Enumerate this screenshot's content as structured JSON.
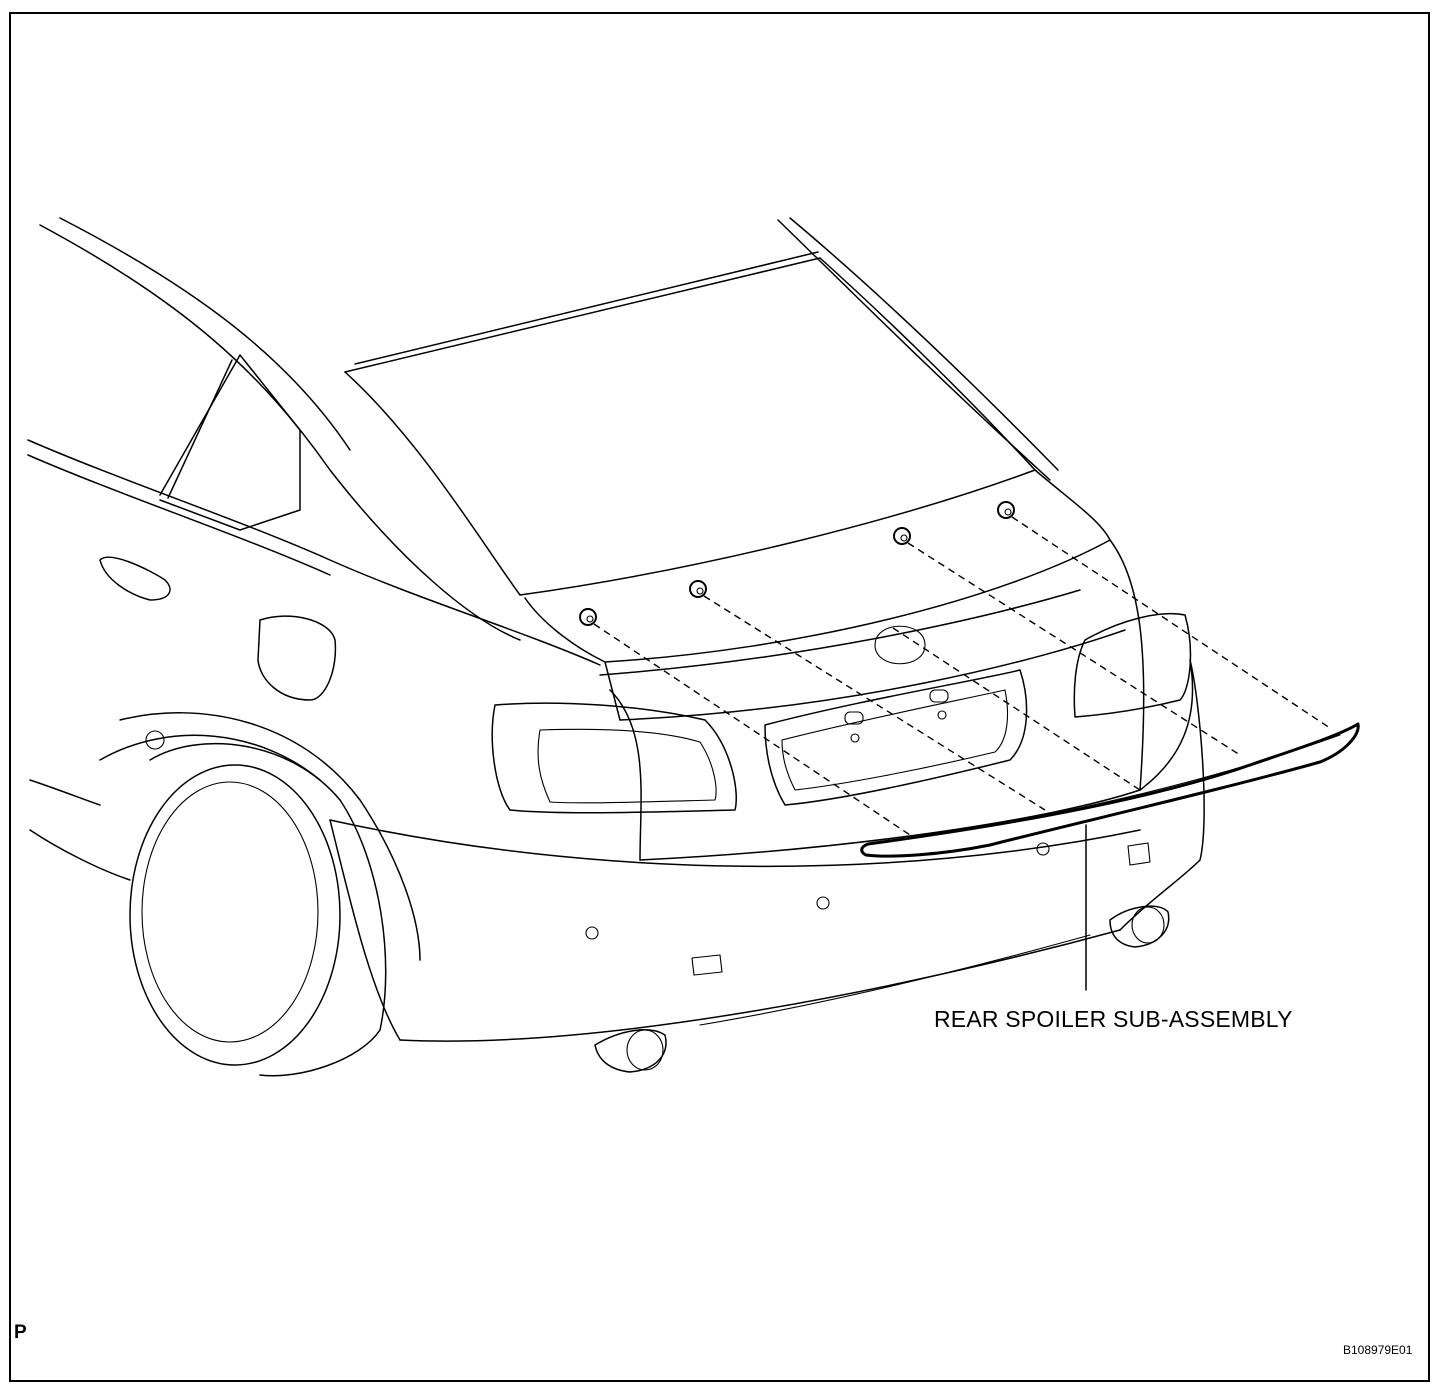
{
  "labels": {
    "part_name": "REAR SPOILER SUB-ASSEMBLY",
    "view_code": "P",
    "figure_id": "B108979E01"
  },
  "colors": {
    "line": "#000000",
    "background": "#ffffff"
  }
}
